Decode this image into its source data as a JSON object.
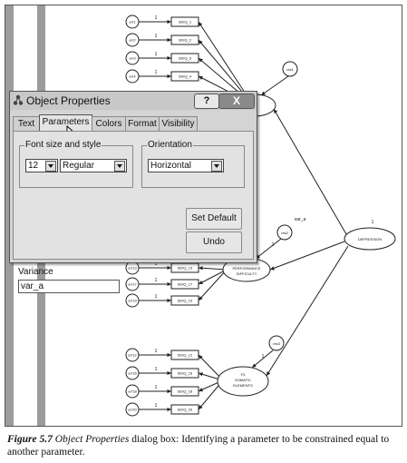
{
  "dialog": {
    "title": "Object Properties",
    "help_label": "?",
    "close_label": "X",
    "tabs": [
      {
        "label": "Text",
        "active": false
      },
      {
        "label": "Parameters",
        "active": true
      },
      {
        "label": "Colors",
        "active": false
      },
      {
        "label": "Format",
        "active": false
      },
      {
        "label": "Visibility",
        "active": false
      }
    ],
    "font_group_label": "Font size and style",
    "font_size": "12",
    "font_style": "Regular",
    "orientation_group_label": "Orientation",
    "orientation": "Horizontal",
    "set_default_label": "Set Default",
    "undo_label": "Undo",
    "variance_label": "Variance",
    "variance_value": "var_a"
  },
  "diagram": {
    "group1_items": [
      "SDIQ_1",
      "SDIQ_2",
      "SDIQ_3",
      "SDIQ_4"
    ],
    "group1_errors": [
      "err1",
      "err2",
      "err3",
      "err4"
    ],
    "group2_items": [
      "SDIQ_13",
      "SDIQ_17",
      "SDIQ_19"
    ],
    "group2_errors": [
      "err13",
      "err17",
      "err19"
    ],
    "group3_items": [
      "SDIQ_12",
      "SDIQ_16",
      "SDIQ_18",
      "SDIQ_20"
    ],
    "group3_errors": [
      "err12",
      "err16",
      "err18",
      "err20"
    ],
    "factor_f2_lines": [
      "PERFORMANCE",
      "DIFFICULTY"
    ],
    "factor_f3_lines": [
      "F3",
      "SOMATIC",
      "ELEMENTS"
    ],
    "higher_factor": "DEPRESSION",
    "residuals": [
      "res1",
      "res2",
      "res3"
    ],
    "variance_param": "var_a",
    "path_label": "1"
  },
  "caption": {
    "figure_label": "Figure 5.7",
    "italic_part": "Object Properties",
    "text": " dialog box: Identifying a parameter to be constrained equal to another parameter."
  },
  "colors": {
    "dialog_bg": "#d4d4d4",
    "close_button": "#8a8a8a",
    "left_bar": "#9c9c9c"
  }
}
